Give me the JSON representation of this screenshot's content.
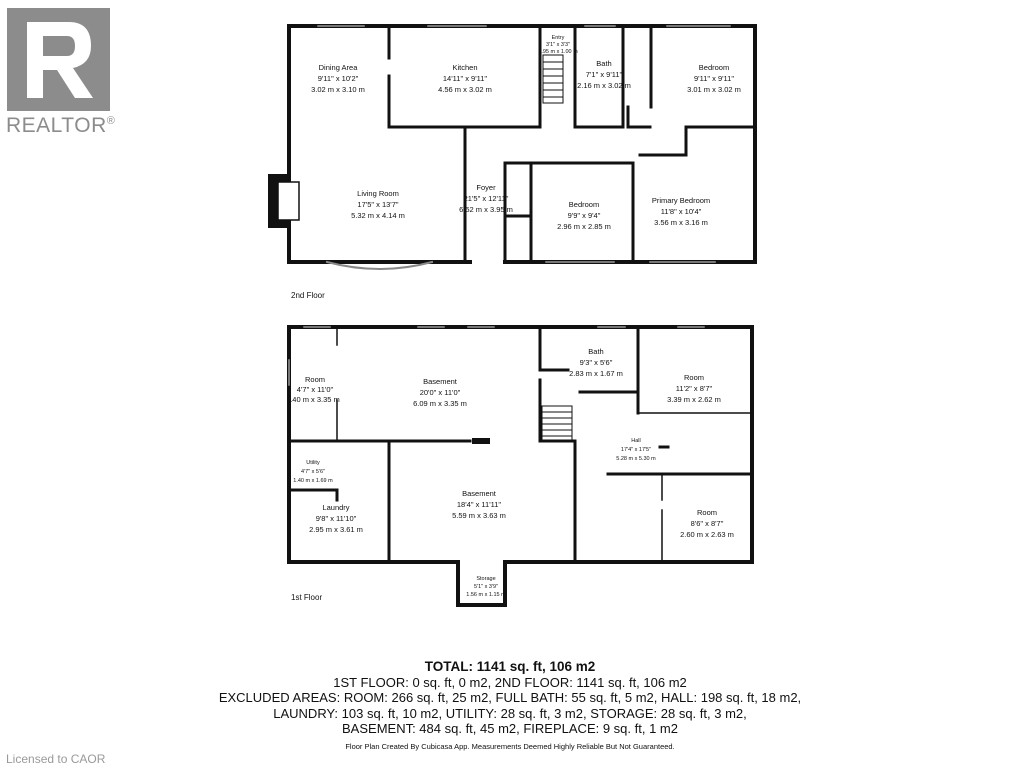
{
  "branding": {
    "logo_word": "REALTOR",
    "registered": "®",
    "license": "Licensed to CAOR"
  },
  "floors": {
    "second": {
      "label": "2nd Floor",
      "rooms": [
        {
          "id": "dining",
          "name": "Dining Area",
          "imperial": "9'11\" x 10'2\"",
          "metric": "3.02 m x 3.10 m"
        },
        {
          "id": "kitchen",
          "name": "Kitchen",
          "imperial": "14'11\" x 9'11\"",
          "metric": "4.56 m x 3.02 m"
        },
        {
          "id": "entry",
          "name": "Entry",
          "imperial": "3'1\" x 3'3\"",
          "metric": "0.95 m x 1.00 m"
        },
        {
          "id": "bath",
          "name": "Bath",
          "imperial": "7'1\" x 9'11\"",
          "metric": "2.16 m x 3.02 m"
        },
        {
          "id": "bedroom1",
          "name": "Bedroom",
          "imperial": "9'11\" x 9'11\"",
          "metric": "3.01 m x 3.02 m"
        },
        {
          "id": "living",
          "name": "Living Room",
          "imperial": "17'5\" x 13'7\"",
          "metric": "5.32 m x 4.14 m"
        },
        {
          "id": "foyer",
          "name": "Foyer",
          "imperial": "21'5\" x 12'11\"",
          "metric": "6.52 m x 3.95 m"
        },
        {
          "id": "bedroom2",
          "name": "Bedroom",
          "imperial": "9'9\" x 9'4\"",
          "metric": "2.96 m x 2.85 m"
        },
        {
          "id": "primary",
          "name": "Primary Bedroom",
          "imperial": "11'8\" x 10'4\"",
          "metric": "3.56 m x 3.16 m"
        }
      ]
    },
    "first": {
      "label": "1st Floor",
      "rooms": [
        {
          "id": "room-left",
          "name": "Room",
          "imperial": "4'7\" x 11'0\"",
          "metric": ".40 m x 3.35 m"
        },
        {
          "id": "basement1",
          "name": "Basement",
          "imperial": "20'0\" x 11'0\"",
          "metric": "6.09 m x 3.35 m"
        },
        {
          "id": "bath",
          "name": "Bath",
          "imperial": "9'3\" x 5'6\"",
          "metric": "2.83 m x 1.67 m"
        },
        {
          "id": "room-right",
          "name": "Room",
          "imperial": "11'2\" x 8'7\"",
          "metric": "3.39 m x 2.62 m"
        },
        {
          "id": "utility",
          "name": "Utility",
          "imperial": "4'7\" x 5'6\"",
          "metric": "1.40 m x 1.69 m"
        },
        {
          "id": "hall",
          "name": "Hall",
          "imperial": "17'4\" x 17'5\"",
          "metric": "5.28 m x 5.30 m"
        },
        {
          "id": "laundry",
          "name": "Laundry",
          "imperial": "9'8\" x 11'10\"",
          "metric": "2.95 m x 3.61 m"
        },
        {
          "id": "basement2",
          "name": "Basement",
          "imperial": "18'4\" x 11'11\"",
          "metric": "5.59 m x 3.63 m"
        },
        {
          "id": "room-small",
          "name": "Room",
          "imperial": "8'6\" x 8'7\"",
          "metric": "2.60 m x 2.63 m"
        },
        {
          "id": "storage",
          "name": "Storage",
          "imperial": "5'1\" x 3'9\"",
          "metric": "1.56 m x 1.15 m"
        }
      ]
    }
  },
  "totals": {
    "title": "TOTAL: 1141 sq. ft, 106 m2",
    "lines": [
      "1ST FLOOR: 0 sq. ft, 0 m2, 2ND FLOOR: 1141 sq. ft, 106 m2",
      "EXCLUDED AREAS: ROOM: 266 sq. ft, 25 m2, FULL BATH: 55 sq. ft, 5 m2, HALL: 198 sq. ft, 18 m2,",
      "LAUNDRY: 103 sq. ft, 10 m2, UTILITY: 28 sq. ft, 3 m2, STORAGE: 28 sq. ft, 3 m2,",
      "BASEMENT: 484 sq. ft, 45 m2, FIREPLACE: 9 sq. ft, 1 m2"
    ],
    "disclaimer": "Floor Plan Created By Cubicasa App. Measurements Deemed Highly Reliable But Not Guaranteed."
  }
}
